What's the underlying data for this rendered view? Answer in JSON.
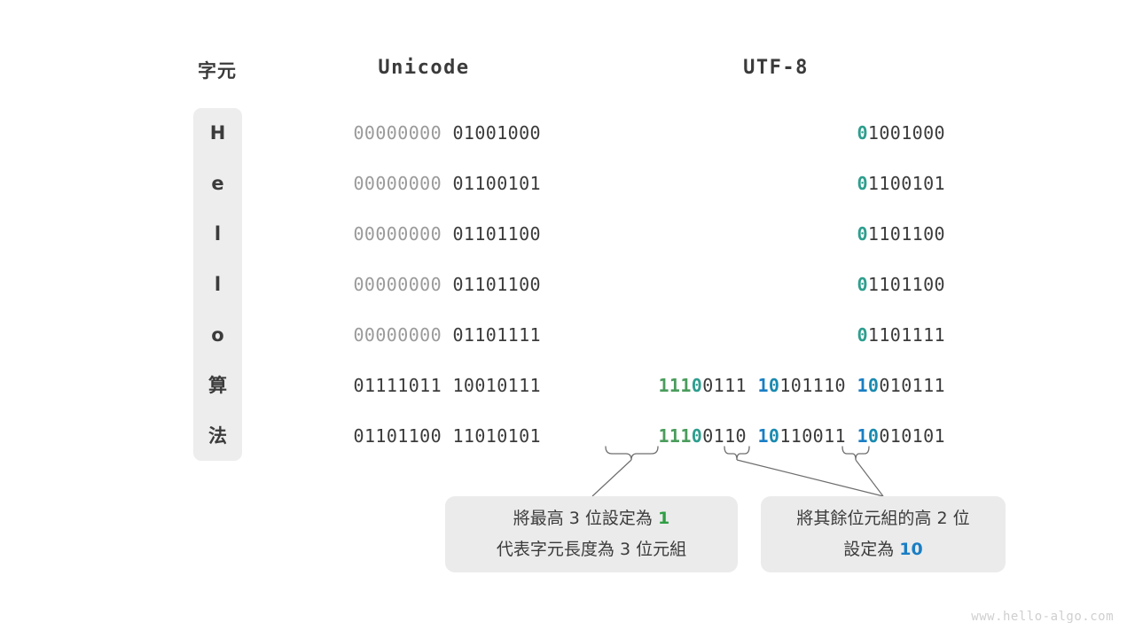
{
  "figure": {
    "watermark": "www.hello-algo.com"
  },
  "table": {
    "headers": {
      "char": "字元",
      "unicode": "Unicode",
      "utf8": "UTF-8"
    },
    "rows": [
      {
        "char": "H",
        "unicode_segments": [
          {
            "text": "00000000 ",
            "style": "dim"
          },
          {
            "text": "01001000",
            "style": "dark"
          }
        ],
        "utf8_segments": [
          {
            "text": "0",
            "style": "teal"
          },
          {
            "text": "1001000",
            "style": "dark"
          }
        ]
      },
      {
        "char": "e",
        "unicode_segments": [
          {
            "text": "00000000 ",
            "style": "dim"
          },
          {
            "text": "01100101",
            "style": "dark"
          }
        ],
        "utf8_segments": [
          {
            "text": "0",
            "style": "teal"
          },
          {
            "text": "1100101",
            "style": "dark"
          }
        ]
      },
      {
        "char": "l",
        "unicode_segments": [
          {
            "text": "00000000 ",
            "style": "dim"
          },
          {
            "text": "01101100",
            "style": "dark"
          }
        ],
        "utf8_segments": [
          {
            "text": "0",
            "style": "teal"
          },
          {
            "text": "1101100",
            "style": "dark"
          }
        ]
      },
      {
        "char": "l",
        "unicode_segments": [
          {
            "text": "00000000 ",
            "style": "dim"
          },
          {
            "text": "01101100",
            "style": "dark"
          }
        ],
        "utf8_segments": [
          {
            "text": "0",
            "style": "teal"
          },
          {
            "text": "1101100",
            "style": "dark"
          }
        ]
      },
      {
        "char": "o",
        "unicode_segments": [
          {
            "text": "00000000 ",
            "style": "dim"
          },
          {
            "text": "01101111",
            "style": "dark"
          }
        ],
        "utf8_segments": [
          {
            "text": "0",
            "style": "teal"
          },
          {
            "text": "1101111",
            "style": "dark"
          }
        ]
      },
      {
        "char": "算",
        "unicode_segments": [
          {
            "text": "01111011 10010111",
            "style": "dark"
          }
        ],
        "utf8_segments": [
          {
            "text": "111",
            "style": "green"
          },
          {
            "text": "0",
            "style": "teal"
          },
          {
            "text": "0111 ",
            "style": "dark"
          },
          {
            "text": "1",
            "style": "blue"
          },
          {
            "text": "0",
            "style": "blue2"
          },
          {
            "text": "101110 ",
            "style": "dark"
          },
          {
            "text": "1",
            "style": "blue"
          },
          {
            "text": "0",
            "style": "blue2"
          },
          {
            "text": "010111",
            "style": "dark"
          }
        ]
      },
      {
        "char": "法",
        "unicode_segments": [
          {
            "text": "01101100 11010101",
            "style": "dark"
          }
        ],
        "utf8_segments": [
          {
            "text": "111",
            "style": "green"
          },
          {
            "text": "0",
            "style": "teal"
          },
          {
            "text": "0110 ",
            "style": "dark"
          },
          {
            "text": "1",
            "style": "blue"
          },
          {
            "text": "0",
            "style": "blue2"
          },
          {
            "text": "110011 ",
            "style": "dark"
          },
          {
            "text": "1",
            "style": "blue"
          },
          {
            "text": "0",
            "style": "blue2"
          },
          {
            "text": "010101",
            "style": "dark"
          }
        ]
      }
    ]
  },
  "callouts": {
    "left": {
      "line1_segments": [
        {
          "text": "將最高 3 位設定為 ",
          "style": "plain"
        },
        {
          "text": "1",
          "style": "green"
        }
      ],
      "line2_segments": [
        {
          "text": "代表字元長度為 3 位元組",
          "style": "plain"
        }
      ]
    },
    "right": {
      "line1_segments": [
        {
          "text": "將其餘位元組的高 2 位",
          "style": "plain"
        }
      ],
      "line2_segments": [
        {
          "text": "設定為 ",
          "style": "plain"
        },
        {
          "text": "10",
          "style": "blue"
        }
      ]
    }
  }
}
